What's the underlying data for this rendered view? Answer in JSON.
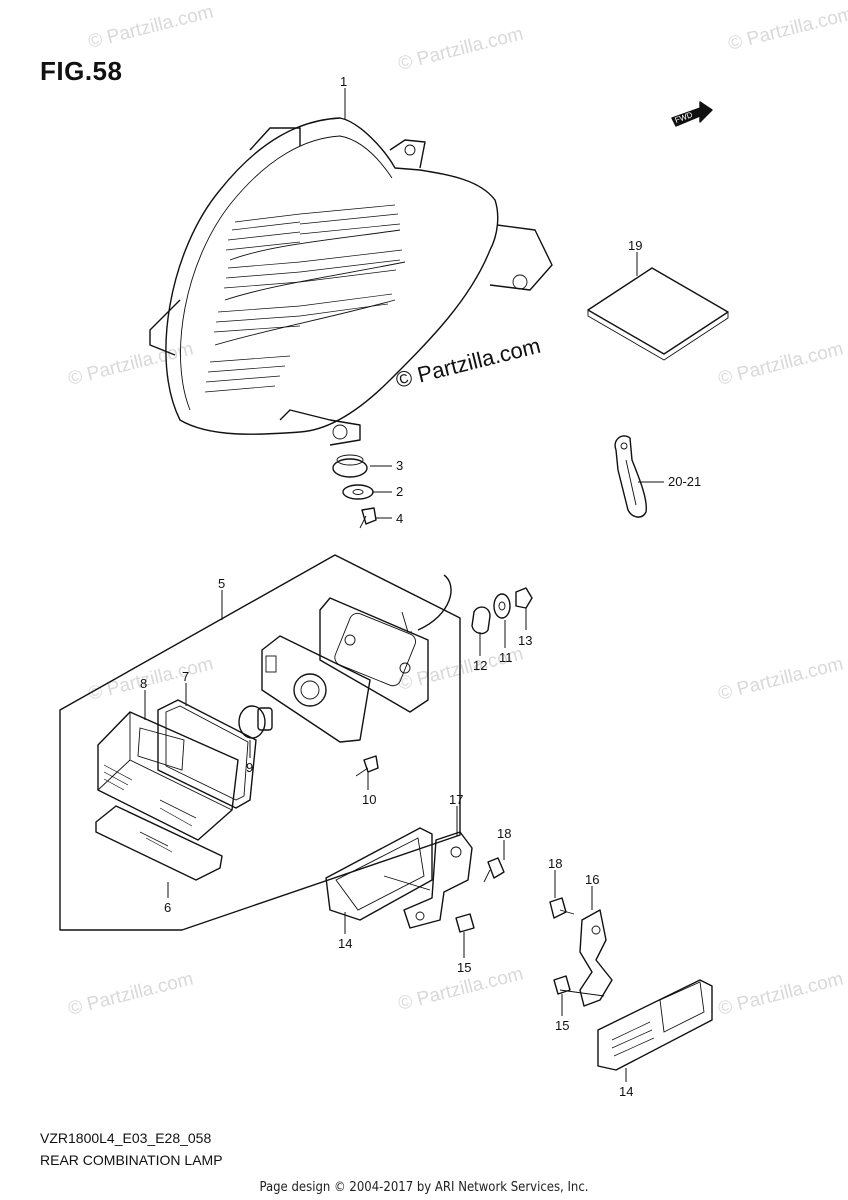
{
  "figure": {
    "title": "FIG.58",
    "model_code": "VZR1800L4_E03_E28_058",
    "name": "REAR COMBINATION LAMP",
    "credit": "Page design © 2004-2017 by ARI Network Services, Inc.",
    "fwd_label": "FWD"
  },
  "watermark": {
    "text": "© Partzilla.com"
  },
  "callouts": {
    "c1": "1",
    "c2": "2",
    "c3": "3",
    "c4": "4",
    "c5": "5",
    "c6": "6",
    "c7": "7",
    "c8": "8",
    "c9": "9",
    "c10": "10",
    "c11": "11",
    "c12": "12",
    "c13": "13",
    "c14a": "14",
    "c14b": "14",
    "c15a": "15",
    "c15b": "15",
    "c16": "16",
    "c17": "17",
    "c18a": "18",
    "c18b": "18",
    "c19": "19",
    "c2021": "20-21"
  }
}
